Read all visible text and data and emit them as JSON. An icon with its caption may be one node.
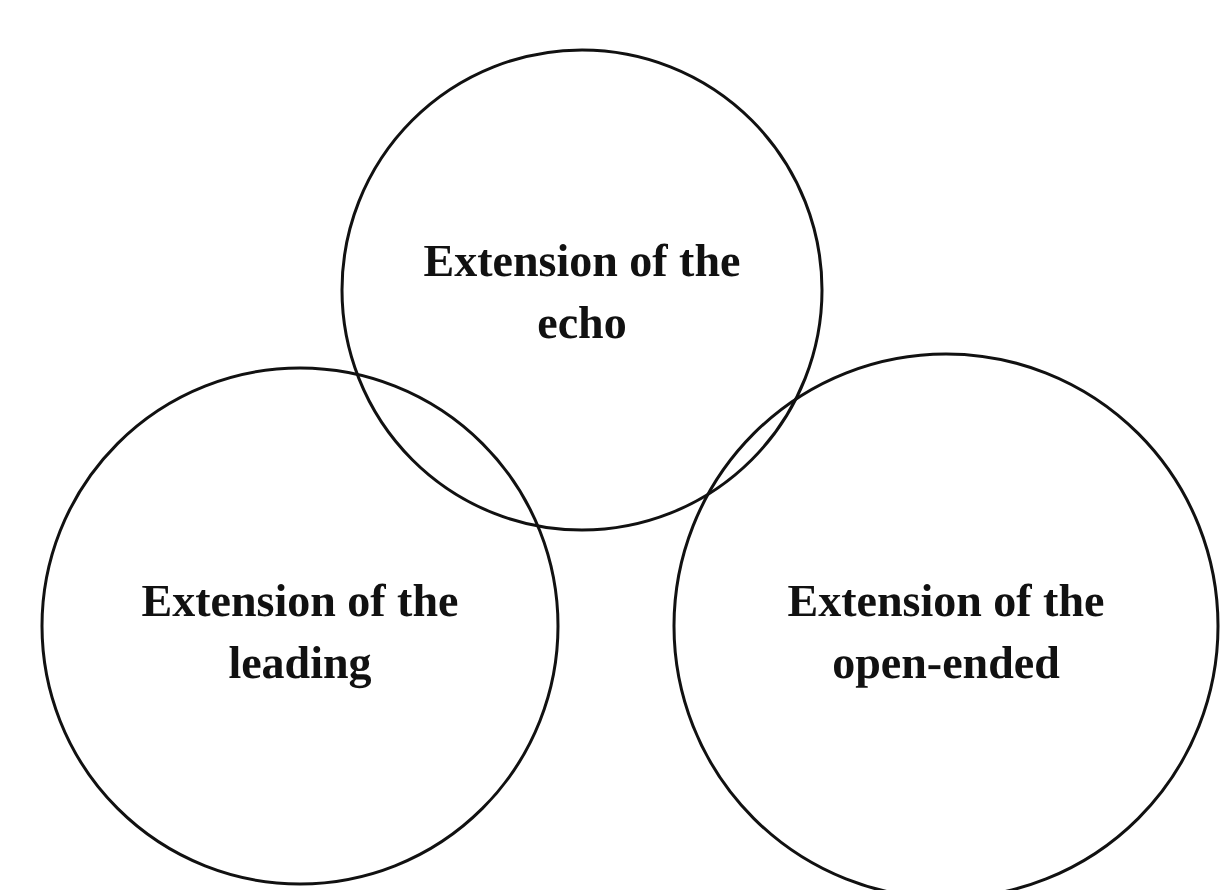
{
  "diagram": {
    "nodes": [
      {
        "text": [
          "Extension of the echo"
        ]
      },
      {
        "text": [
          "Extension of the leading"
        ]
      },
      {
        "text": [
          "Extension of the open-ended"
        ]
      }
    ]
  }
}
